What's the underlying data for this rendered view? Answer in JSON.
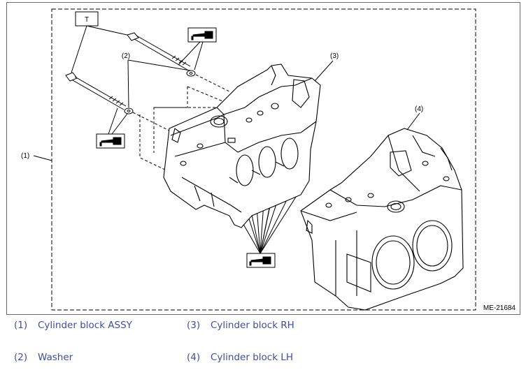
{
  "figure": {
    "id_code": "ME-21684",
    "callouts": {
      "t": "T",
      "c1": "(1)",
      "c2": "(2)",
      "c3": "(3)",
      "c4": "(4)"
    },
    "icons": [
      "oil-can-icon",
      "oil-can-icon",
      "oil-can-icon"
    ]
  },
  "legend": [
    {
      "num": "(1)",
      "label": "Cylinder block ASSY"
    },
    {
      "num": "(3)",
      "label": "Cylinder block RH"
    },
    {
      "num": "(2)",
      "label": "Washer"
    },
    {
      "num": "(4)",
      "label": "Cylinder block LH"
    }
  ],
  "colors": {
    "legend_text": "#3e4f9a",
    "line": "#000000",
    "frame": "#6b6b6b"
  }
}
